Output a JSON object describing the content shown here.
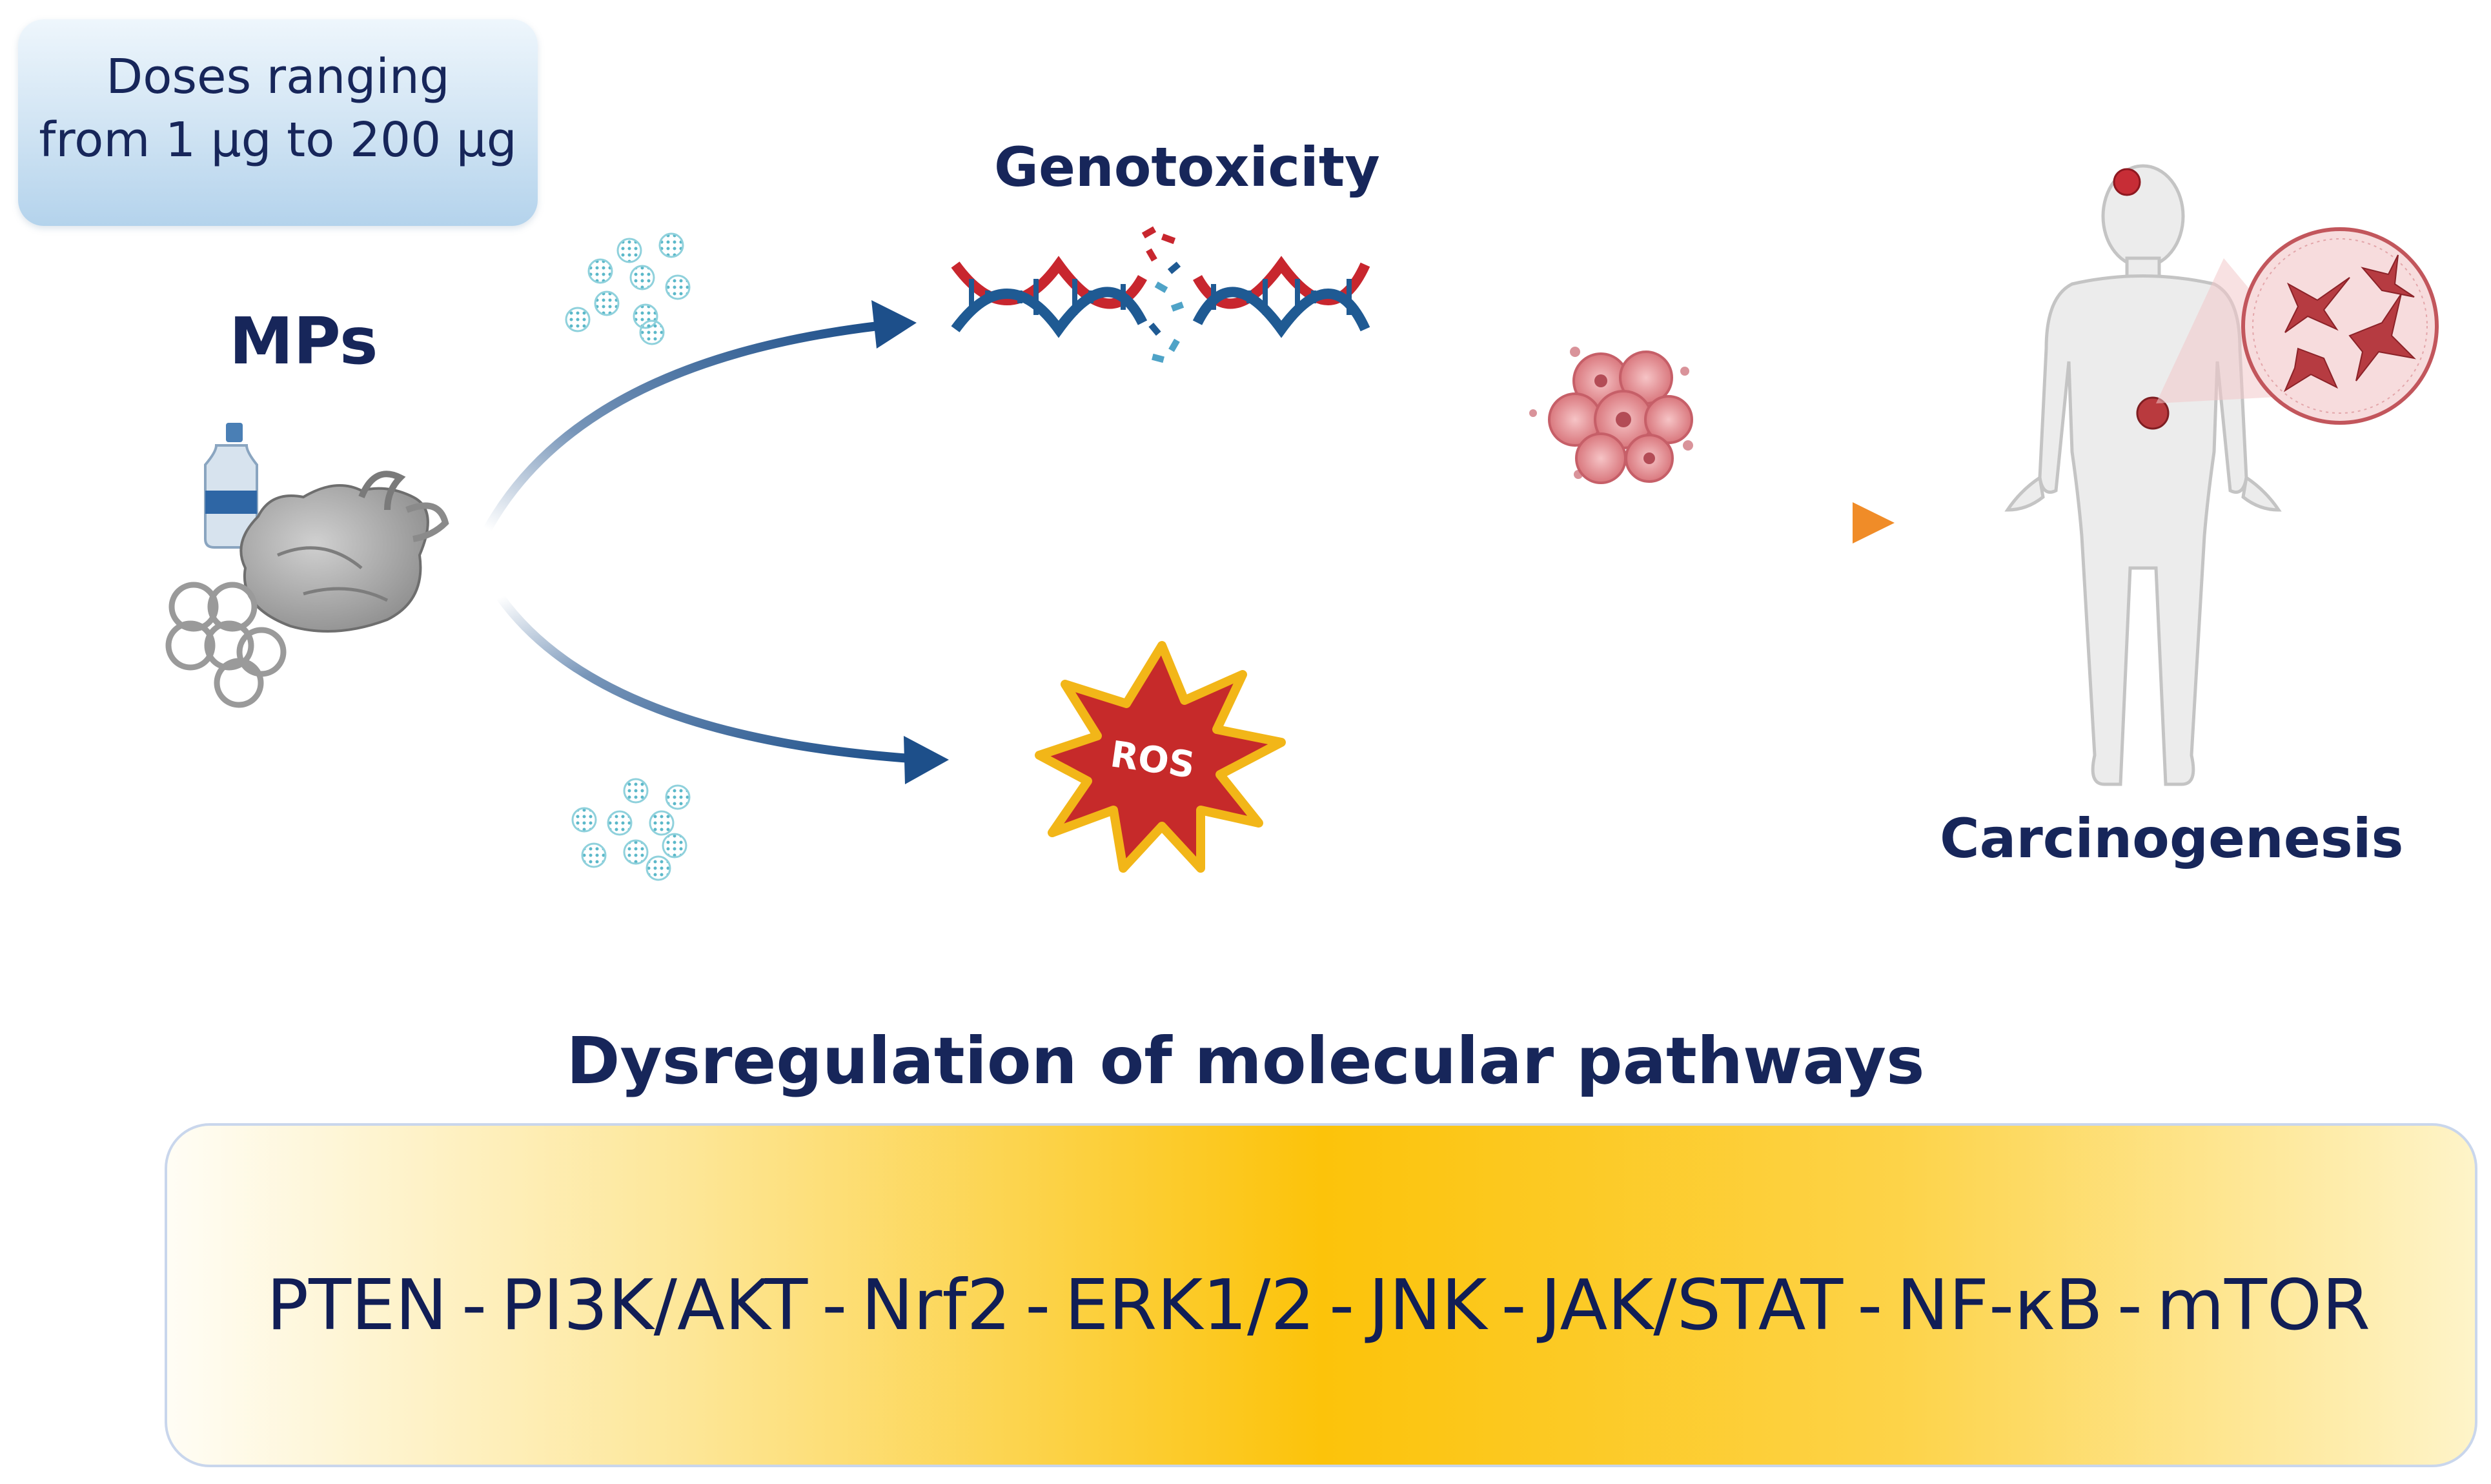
{
  "dose_box": {
    "text_line1": "Doses ranging",
    "text_line2": "from 1 µg to 200 µg"
  },
  "labels": {
    "mps": "MPs",
    "genotoxicity": "Genotoxicity",
    "ros": "ROS",
    "carcinogenesis": "Carcinogenesis"
  },
  "pathways": {
    "title": "Dysregulation of molecular pathways",
    "items": [
      "PTEN",
      "PI3K/AKT",
      "Nrf2",
      "ERK1/2",
      "JNK",
      "JAK/STAT",
      "NF-κB",
      "mTOR"
    ],
    "separator": "-"
  },
  "icons": [
    "plastic-bottle-icon",
    "plastic-bag-icon",
    "six-pack-rings-icon",
    "microplastic-particles-icon",
    "dna-double-helix-icon",
    "broken-dna-icon",
    "tumor-cell-cluster-icon",
    "human-body-icon",
    "cancer-cells-magnifier-icon"
  ],
  "colors": {
    "navy": "#17265a",
    "arrow_blue": "#1d4f8a",
    "dna_red": "#c8262e",
    "dna_blue": "#1f5a93",
    "ros_red": "#c62a2a",
    "ros_yellow": "#f2b618",
    "orange_arrow": "#f4a24c",
    "pathway_gold": "#fcc30a"
  }
}
